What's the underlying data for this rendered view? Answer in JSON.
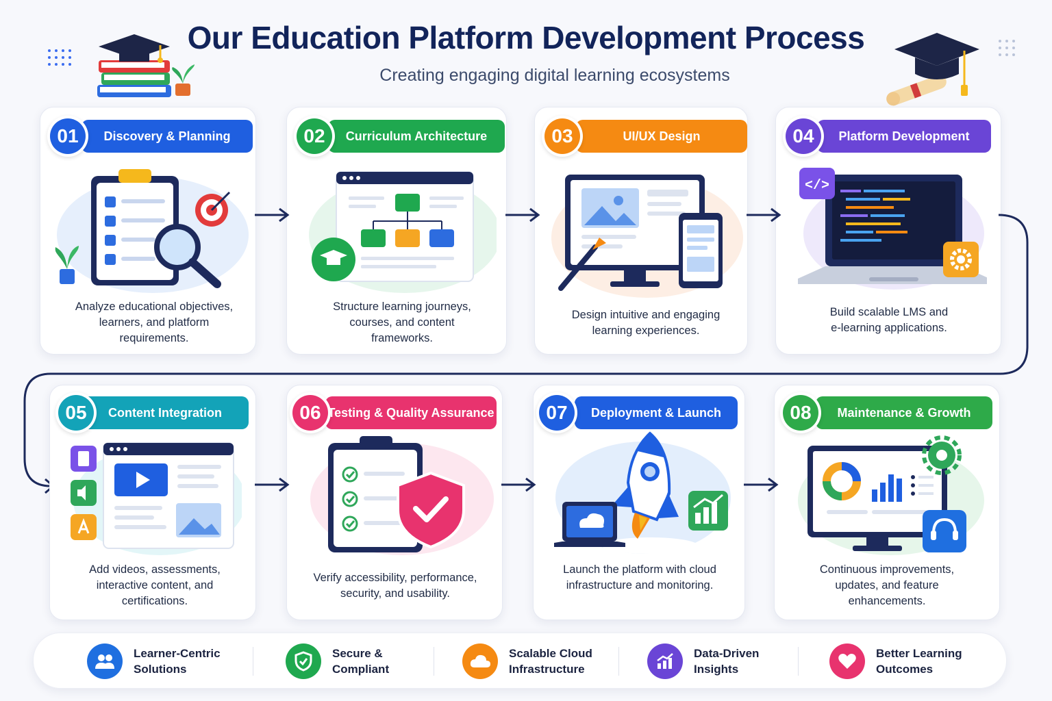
{
  "header": {
    "title": "Our Education Platform Development Process",
    "subtitle": "Creating engaging digital learning ecosystems"
  },
  "steps": [
    {
      "num": "01",
      "title": "Discovery & Planning",
      "desc": "Analyze educational objectives, learners, and platform requirements.",
      "color": "#1f5fe0"
    },
    {
      "num": "02",
      "title": "Curriculum Architecture",
      "desc": "Structure learning journeys, courses, and content frameworks.",
      "color": "#1fa84f"
    },
    {
      "num": "03",
      "title": "UI/UX Design",
      "desc": "Design intuitive and engaging learning experiences.",
      "color": "#f58a12"
    },
    {
      "num": "04",
      "title": "Platform Development",
      "desc": "Build scalable LMS and e-learning applications.",
      "color": "#6a45d6"
    },
    {
      "num": "05",
      "title": "Content Integration",
      "desc": "Add videos, assessments, interactive content, and certifications.",
      "color": "#13a3b8"
    },
    {
      "num": "06",
      "title": "Testing & Quality Assurance",
      "desc": "Verify accessibility, performance, security, and usability.",
      "color": "#e8336e"
    },
    {
      "num": "07",
      "title": "Deployment & Launch",
      "desc": "Launch the platform with cloud infrastructure and monitoring.",
      "color": "#1f5fe0"
    },
    {
      "num": "08",
      "title": "Maintenance & Growth",
      "desc": "Continuous improvements, updates, and feature enhancements.",
      "color": "#2eaa49"
    }
  ],
  "features": [
    {
      "label": "Learner-Centric Solutions",
      "icon": "users-icon",
      "color": "#1f6fe0"
    },
    {
      "label": "Secure & Compliant",
      "icon": "shield-icon",
      "color": "#1fa84f"
    },
    {
      "label": "Scalable Cloud Infrastructure",
      "icon": "cloud-icon",
      "color": "#f58a12"
    },
    {
      "label": "Data-Driven Insights",
      "icon": "chart-icon",
      "color": "#6a45d6"
    },
    {
      "label": "Better Learning Outcomes",
      "icon": "heart-icon",
      "color": "#e8336e"
    }
  ]
}
